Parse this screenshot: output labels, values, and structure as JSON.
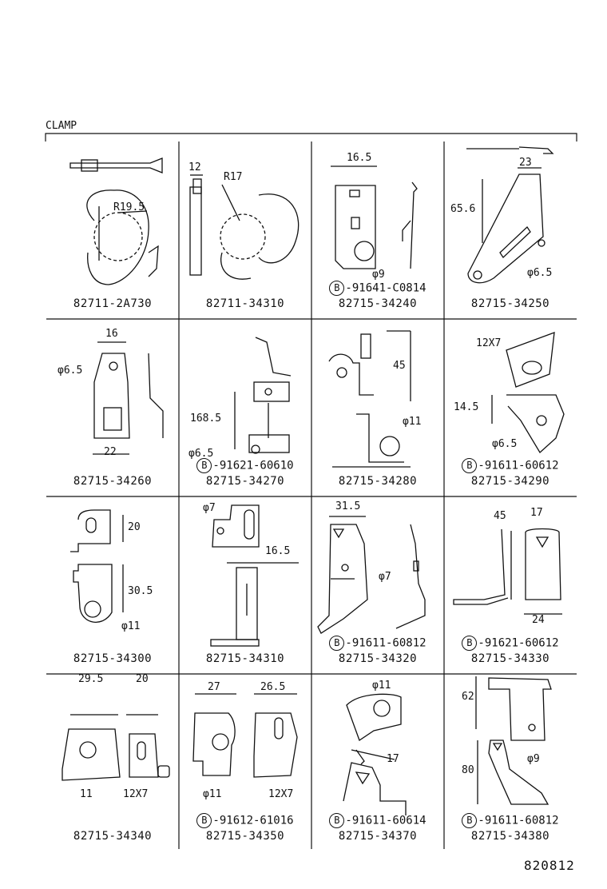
{
  "title": "CLAMP",
  "ref_code": "820812",
  "bullet": "B",
  "parts": [
    {
      "part": "82711-2A730",
      "dims": [
        "R19.5"
      ]
    },
    {
      "part": "82711-34310",
      "dims": [
        "12",
        "R17"
      ]
    },
    {
      "part": "82715-34240",
      "bolt": "-91641-C0814",
      "dims": [
        "16.5",
        "φ9"
      ]
    },
    {
      "part": "82715-34250",
      "dims": [
        "23",
        "65.6",
        "φ6.5"
      ]
    },
    {
      "part": "82715-34260",
      "dims": [
        "16",
        "φ6.5",
        "22"
      ]
    },
    {
      "part": "82715-34270",
      "bolt": "-91621-60610",
      "dims": [
        "168.5",
        "φ6.5"
      ]
    },
    {
      "part": "82715-34280",
      "dims": [
        "45",
        "φ11"
      ]
    },
    {
      "part": "82715-34290",
      "bolt": "-91611-60612",
      "dims": [
        "12X7",
        "14.5",
        "φ6.5"
      ]
    },
    {
      "part": "82715-34300",
      "dims": [
        "20",
        "30.5",
        "φ11"
      ]
    },
    {
      "part": "82715-34310",
      "dims": [
        "φ7",
        "16.5"
      ]
    },
    {
      "part": "82715-34320",
      "bolt": "-91611-60812",
      "dims": [
        "31.5",
        "φ7"
      ]
    },
    {
      "part": "82715-34330",
      "bolt": "-91621-60612",
      "dims": [
        "45",
        "17",
        "24"
      ]
    },
    {
      "part": "82715-34340",
      "dims": [
        "29.5",
        "20",
        "11",
        "12X7"
      ]
    },
    {
      "part": "82715-34350",
      "bolt": "-91612-61016",
      "dims": [
        "27",
        "26.5",
        "φ11",
        "12X7"
      ]
    },
    {
      "part": "82715-34370",
      "bolt": "-91611-60614",
      "dims": [
        "φ11",
        "17"
      ]
    },
    {
      "part": "82715-34380",
      "bolt": "-91611-60812",
      "dims": [
        "62",
        "80",
        "φ9"
      ]
    }
  ]
}
